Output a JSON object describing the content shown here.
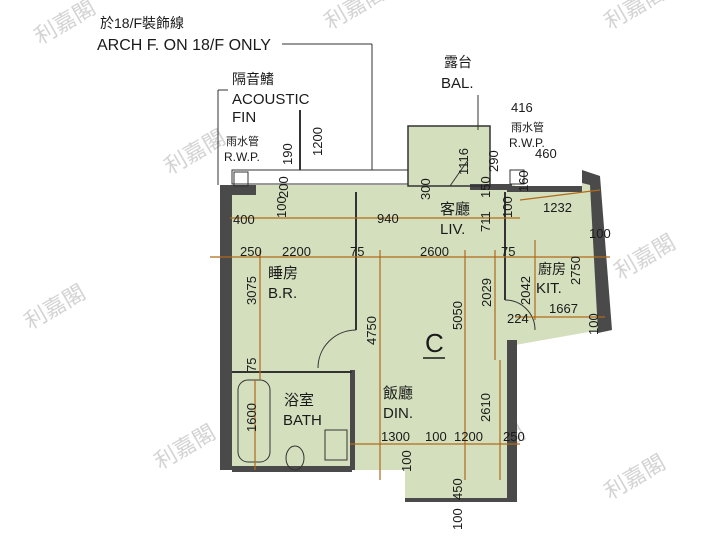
{
  "colors": {
    "room_fill": "#d4dfbd",
    "wall": "#4a4a4a",
    "dim_line": "#b06a1a",
    "line": "#333333",
    "watermark": "#cfcfcf"
  },
  "labels": {
    "arch_cn": "於18/F裝飾線",
    "arch_en": "ARCH F. ON 18/F ONLY",
    "acoustic_cn": "隔音鰭",
    "acoustic_en1": "ACOUSTIC",
    "acoustic_en2": "FIN",
    "rwp_left_cn": "雨水管",
    "rwp_left_en": "R.W.P.",
    "balcony_cn": "露台",
    "balcony_en": "BAL.",
    "rwp_right_cn": "雨水管",
    "rwp_right_en": "R.W.P.",
    "liv_cn": "客廳",
    "liv_en": "LIV.",
    "br_cn": "睡房",
    "br_en": "B.R.",
    "kit_cn": "廚房",
    "kit_en": "KIT.",
    "din_cn": "飯廳",
    "din_en": "DIN.",
    "bath_cn": "浴室",
    "bath_en": "BATH",
    "unit": "C"
  },
  "dimensions": {
    "d416": "416",
    "d460": "460",
    "d1200_top": "1200",
    "d190": "190",
    "d1116": "1116",
    "d290": "290",
    "d200": "200",
    "d300": "300",
    "d100_a": "100",
    "d400": "400",
    "d940": "940",
    "d711": "711",
    "d150": "150",
    "d100_b": "100",
    "d160": "160",
    "d1232": "1232",
    "d100_c": "100",
    "d250_a": "250",
    "d2200": "2200",
    "d75_a": "75",
    "d2600": "2600",
    "d75_b": "75",
    "d2750": "2750",
    "d3075": "3075",
    "d2029": "2029",
    "d2042": "2042",
    "d5050": "5050",
    "d4750": "4750",
    "d1667": "1667",
    "d224": "224",
    "d100_d": "100",
    "d75_c": "75",
    "d1600": "1600",
    "d2610": "2610",
    "d1300": "1300",
    "d100_e": "100",
    "d1200_bot": "1200",
    "d250_b": "250",
    "d100_f": "100",
    "d450": "450",
    "d100_g": "100"
  },
  "watermark": "利嘉閣"
}
